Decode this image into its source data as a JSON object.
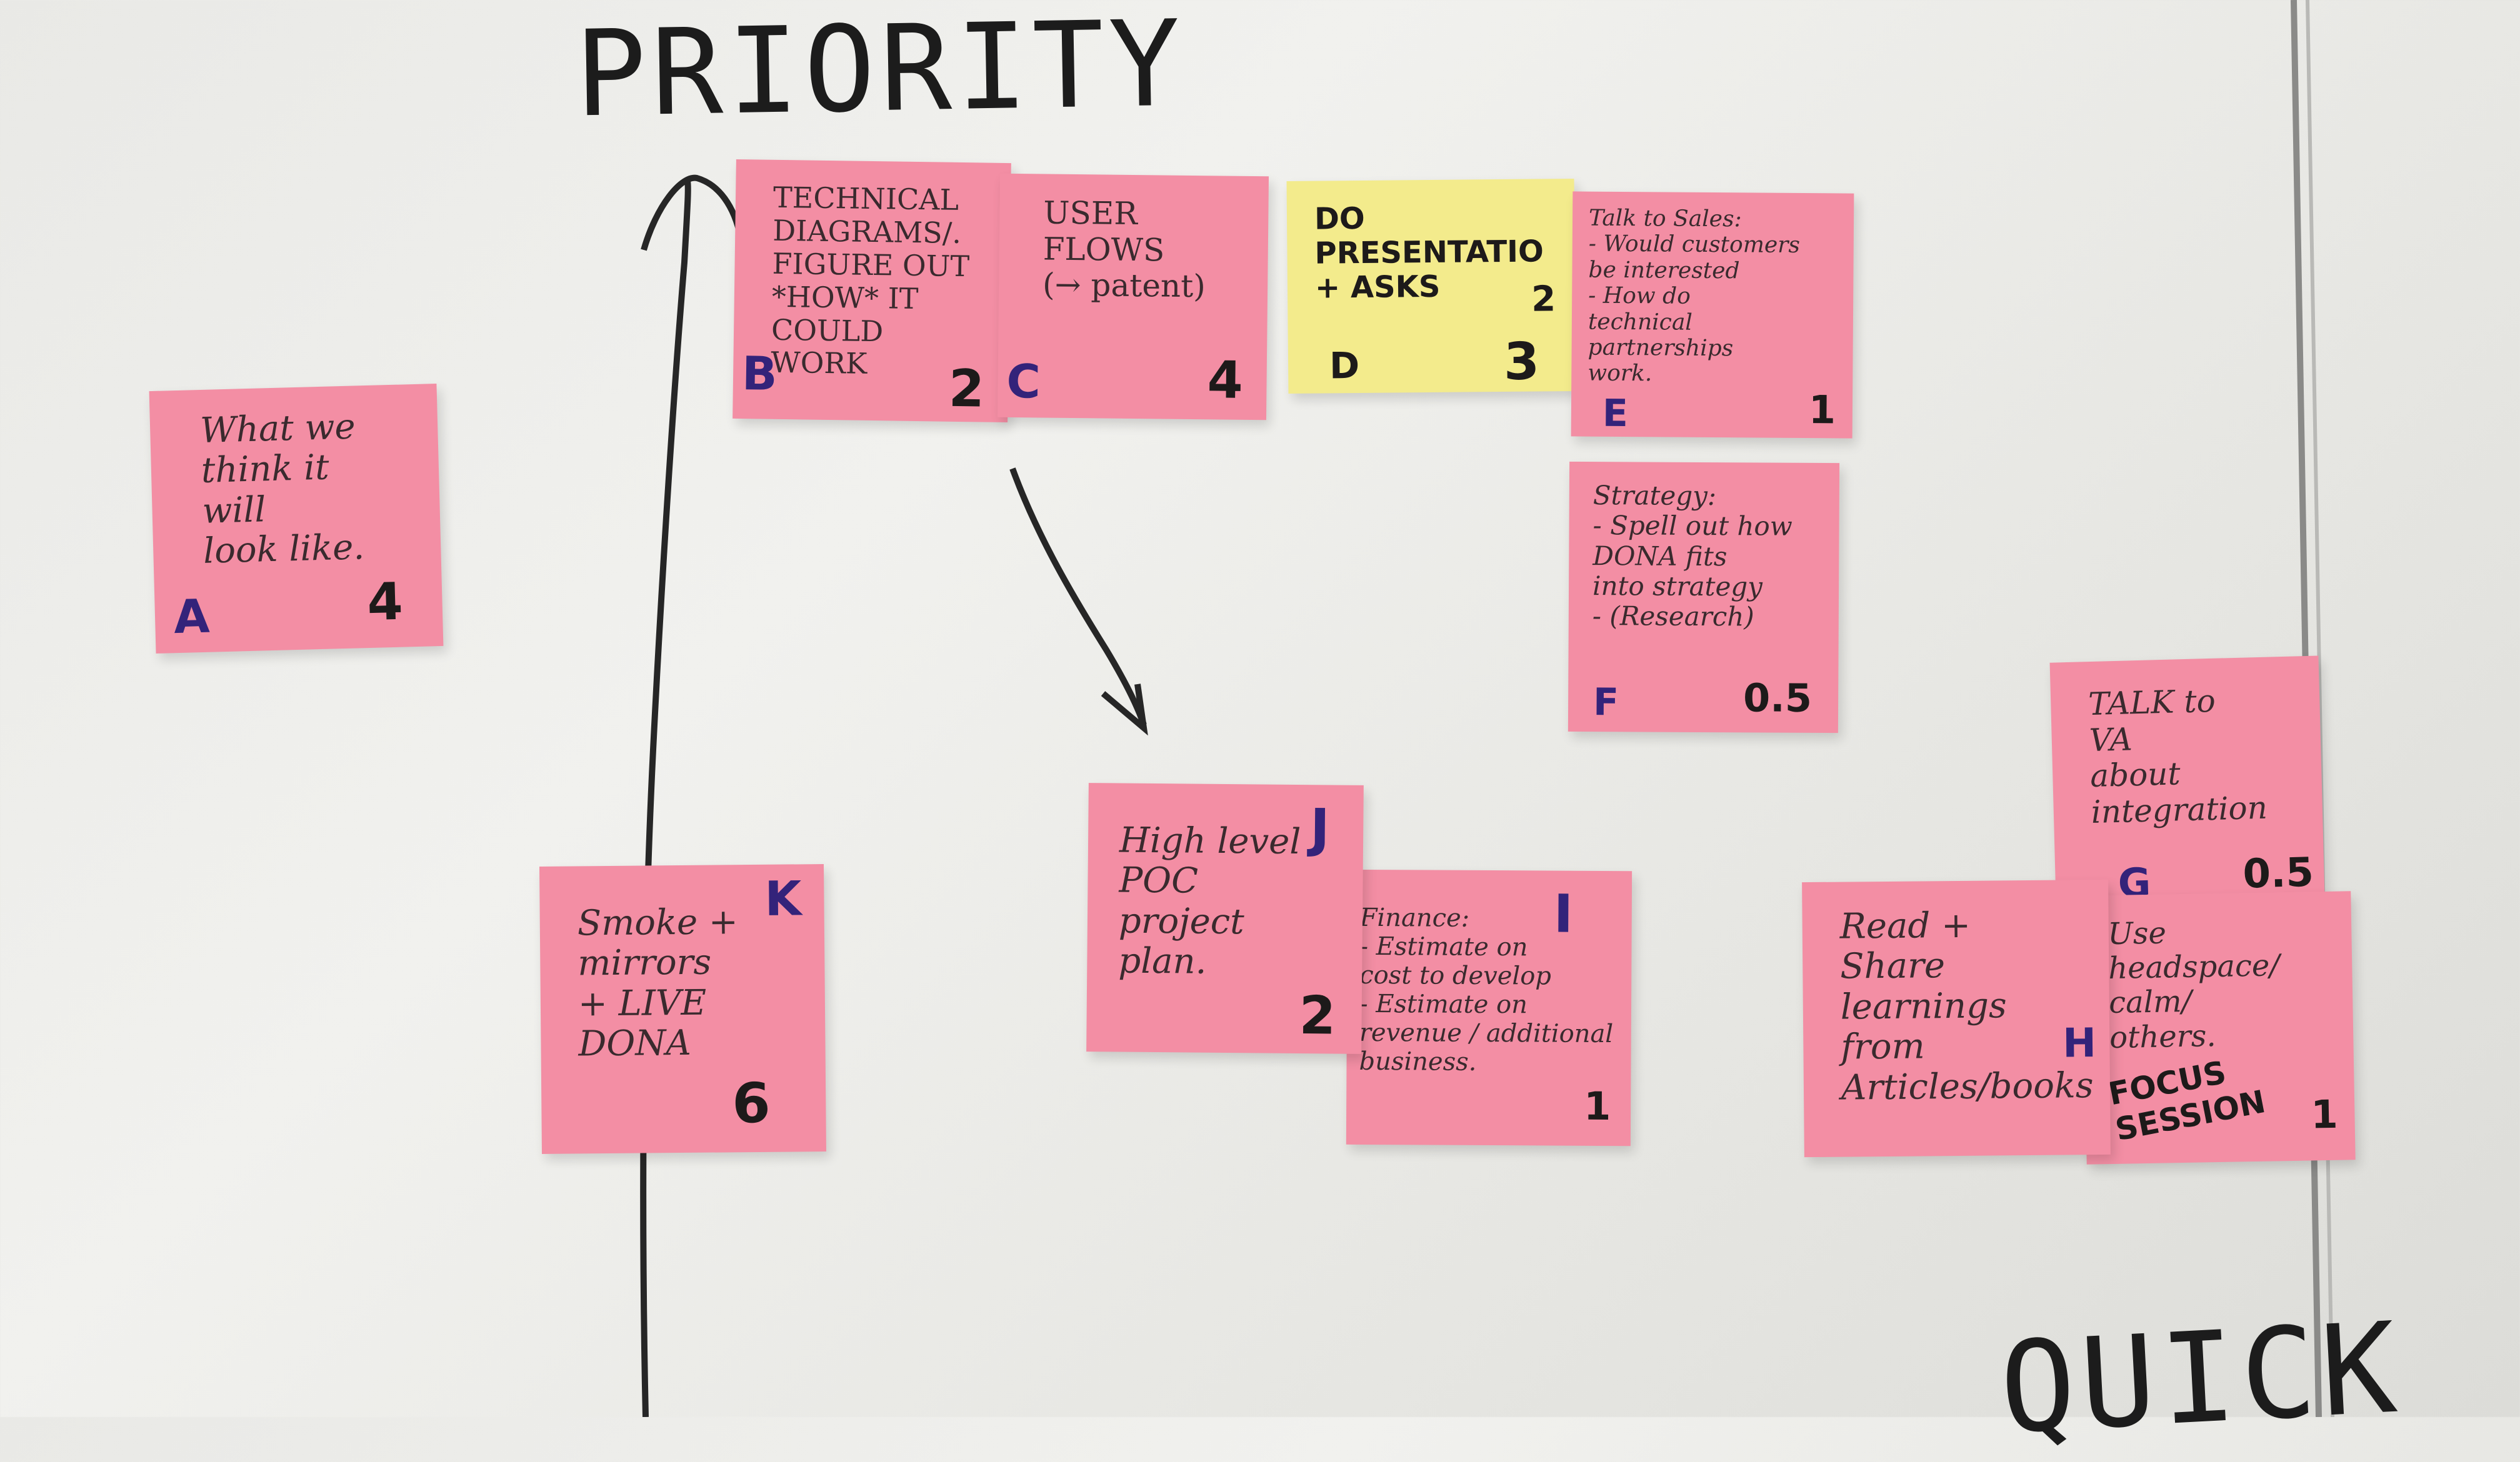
{
  "board": {
    "title_top": "PRIORITY",
    "title_bottom_right": "QUICK"
  },
  "notes": {
    "a": {
      "text": "What we\nthink it\nwill\nlook like.",
      "letter": "A",
      "points": "4"
    },
    "b": {
      "text": "TECHNICAL\nDIAGRAMS/.\nFIGURE OUT\n*HOW* IT\nCOULD WORK",
      "letter": "B",
      "points": "2"
    },
    "c": {
      "text": "USER FLOWS\n(→ patent)",
      "letter": "C",
      "points": "4"
    },
    "d": {
      "text": "DO\nPRESENTATIO\n+ ASKS",
      "letter": "D",
      "points": "3",
      "mark": "2"
    },
    "e": {
      "text": "Talk to Sales:\n- Would customers\n  be interested\n- How do\n  technical\n  partnerships\n  work.",
      "letter": "E",
      "points": "1"
    },
    "f": {
      "text": "Strategy:\n- Spell out how\n  DONA fits\n  into strategy\n- (Research)",
      "letter": "F",
      "points": "0.5"
    },
    "g": {
      "text": "TALK to\nVA\nabout integration",
      "letter": "G",
      "points": "0.5"
    },
    "h": {
      "text": "Read + Share\nlearnings\nfrom\nArticles/books",
      "letter": "H"
    },
    "h2": {
      "text": "Use headspace/\ncalm/\nothers.",
      "bold_text": "FOCUS\nSESSION",
      "points": "1"
    },
    "i": {
      "text": "Finance:\n- Estimate on\n  cost to develop\n- Estimate on\n  revenue / additional\n  business.",
      "letter": "I",
      "points": "1"
    },
    "j": {
      "text": "High level\nPOC\nproject plan.",
      "letter": "J",
      "points": "2"
    },
    "k": {
      "text": "Smoke +\nmirrors\n+ LIVE\nDONA",
      "letter": "K",
      "points": "6"
    }
  },
  "colors": {
    "pink": "#f38ea4",
    "yellow": "#f3eb8c",
    "marker_blue": "#33237a",
    "marker_black": "#1d1a1a"
  }
}
